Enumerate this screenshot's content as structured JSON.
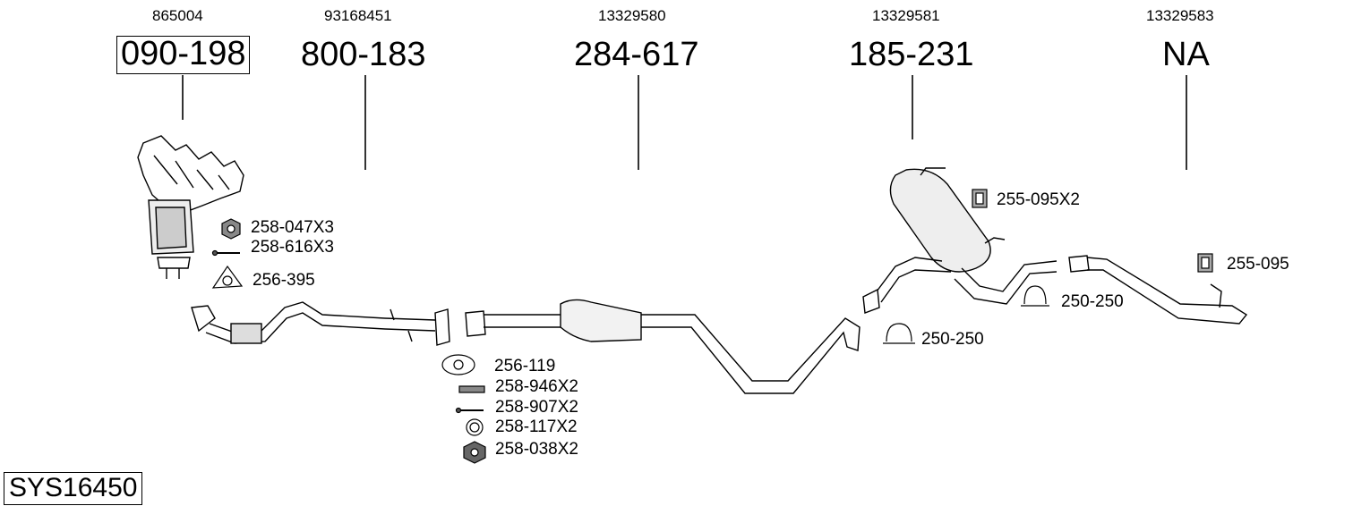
{
  "system_id": "SYS16450",
  "sections": [
    {
      "oem": "865004",
      "part": "090-198",
      "boxed": true
    },
    {
      "oem": "93168451",
      "part": "800-183",
      "boxed": false
    },
    {
      "oem": "13329580",
      "part": "284-617",
      "boxed": false
    },
    {
      "oem": "13329581",
      "part": "185-231",
      "boxed": false
    },
    {
      "oem": "13329583",
      "part": "NA",
      "boxed": false
    }
  ],
  "accessories": [
    {
      "label": "258-047X3",
      "icon": "nut-icon"
    },
    {
      "label": "258-616X3",
      "icon": "bolt-icon"
    },
    {
      "label": "256-395",
      "icon": "gasket-triangle-icon"
    },
    {
      "label": "256-119",
      "icon": "gasket-oval-icon"
    },
    {
      "label": "258-946X2",
      "icon": "spring-icon"
    },
    {
      "label": "258-907X2",
      "icon": "bolt-icon"
    },
    {
      "label": "258-117X2",
      "icon": "ring-icon"
    },
    {
      "label": "258-038X2",
      "icon": "nut-icon"
    },
    {
      "label": "255-095X2",
      "icon": "rubber-mount-icon"
    },
    {
      "label": "250-250",
      "icon": "clamp-icon"
    },
    {
      "label": "250-250",
      "icon": "clamp-icon"
    },
    {
      "label": "255-095",
      "icon": "rubber-mount-icon"
    }
  ]
}
